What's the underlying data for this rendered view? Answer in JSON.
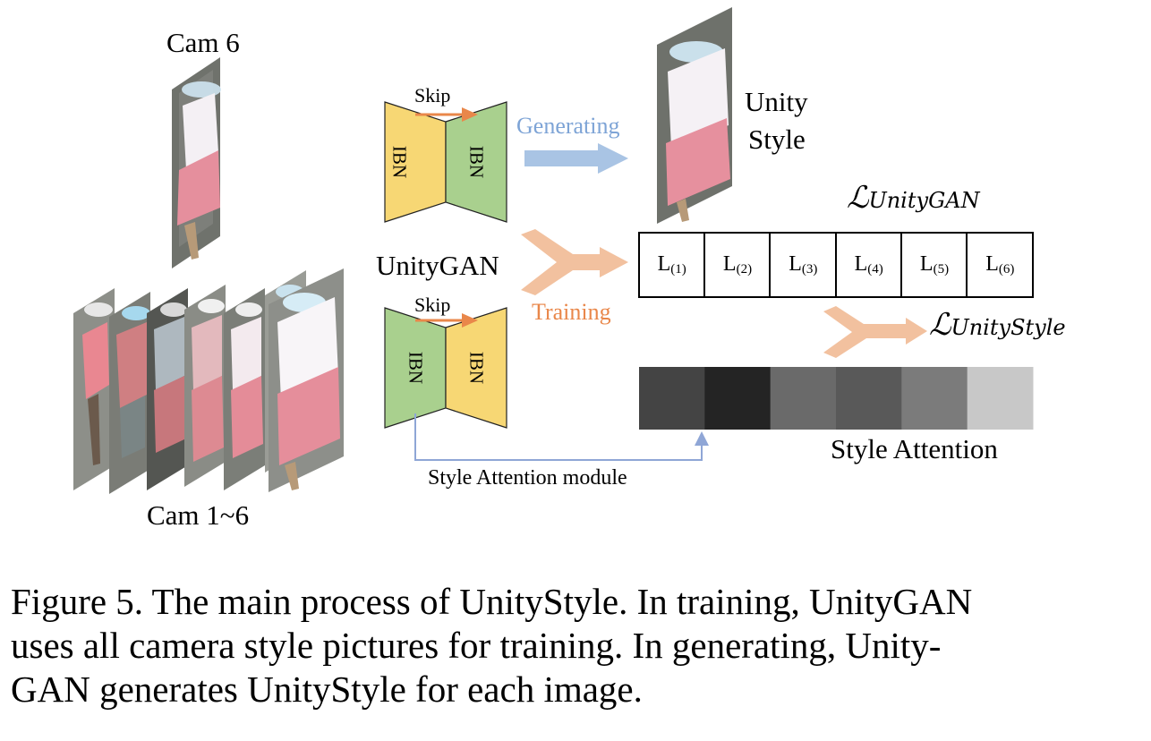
{
  "camera_label_top": "Cam 6",
  "camera_label_bottom": "Cam 1~6",
  "generator": {
    "name": "UnityGAN",
    "skip_label": "Skip",
    "block_label": "IBN",
    "colors": {
      "yellow": "#f7d774",
      "green": "#a9d08e",
      "orange_arrow": "#e9874a"
    }
  },
  "flows": {
    "generating_label": "Generating",
    "training_label": "Training",
    "generating_color": "#a9c4e4",
    "training_color": "#f2c19f",
    "module_label": "Style Attention module",
    "module_color": "#8fa6d6"
  },
  "output": {
    "line1": "Unity",
    "line2": "Style"
  },
  "losses": {
    "unitygan_symbol": "ℒ",
    "unitygan_sub": "UnityGAN",
    "unitystyle_symbol": "ℒ",
    "unitystyle_sub": "UnityStyle",
    "cells": [
      {
        "main": "L",
        "sub": "(1)"
      },
      {
        "main": "L",
        "sub": "(2)"
      },
      {
        "main": "L",
        "sub": "(3)"
      },
      {
        "main": "L",
        "sub": "(4)"
      },
      {
        "main": "L",
        "sub": "(5)"
      },
      {
        "main": "L",
        "sub": "(6)"
      }
    ]
  },
  "style_attention": {
    "label": "Style Attention",
    "shades": [
      "#444444",
      "#242424",
      "#6a6a6a",
      "#595959",
      "#7b7b7b",
      "#c8c8c8"
    ]
  },
  "caption": {
    "line1": "Figure 5. The main process of UnityStyle. In training, UnityGAN",
    "line2": "uses all camera style pictures for training.  In generating, Unity-",
    "line3": "GAN generates UnityStyle for each image."
  }
}
